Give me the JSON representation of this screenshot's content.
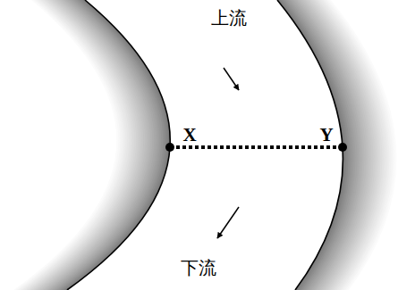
{
  "diagram": {
    "labels": [
      "上流",
      "X",
      "Y",
      "下流"
    ]
  }
}
